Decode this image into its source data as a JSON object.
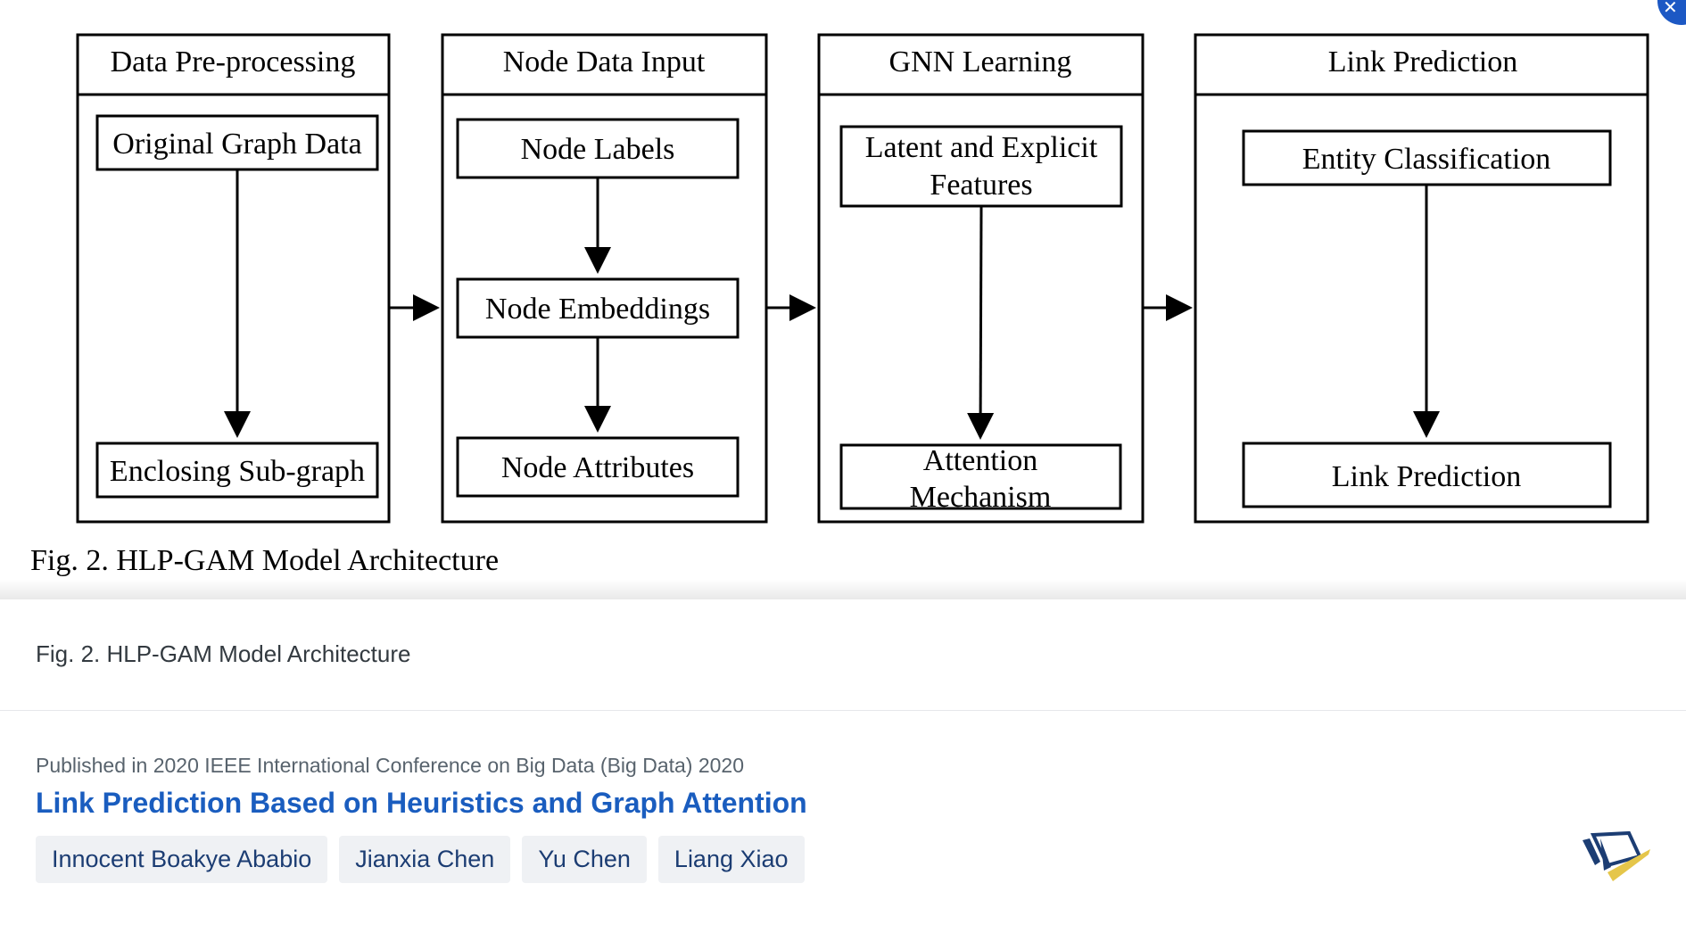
{
  "figure": {
    "panels": [
      {
        "title": "Data Pre-processing",
        "boxes": [
          "Original Graph Data",
          "Enclosing Sub-graph"
        ]
      },
      {
        "title": "Node Data Input",
        "boxes": [
          "Node Labels",
          "Node Embeddings",
          "Node Attributes"
        ]
      },
      {
        "title": "GNN Learning",
        "boxes": [
          "Latent and Explicit",
          "Features",
          "Attention",
          "Mechanism"
        ]
      },
      {
        "title": "Link Prediction",
        "boxes": [
          "Entity Classification",
          "Link Prediction"
        ]
      }
    ],
    "inline_caption": "Fig. 2. HLP-GAM Model Architecture"
  },
  "caption": "Fig. 2. HLP-GAM Model Architecture",
  "paper": {
    "venue": "Published in 2020 IEEE International Conference on Big Data (Big Data) 2020",
    "title": "Link Prediction Based on Heuristics and Graph Attention",
    "authors": [
      "Innocent Boakye Ababio",
      "Jianxia Chen",
      "Yu Chen",
      "Liang Xiao"
    ]
  },
  "colors": {
    "accent": "#1a5dbf",
    "chip_bg": "#eff1f4",
    "close_button": "#1c58c4"
  },
  "icons": {
    "close": "close-icon",
    "logo": "publisher-logo"
  }
}
